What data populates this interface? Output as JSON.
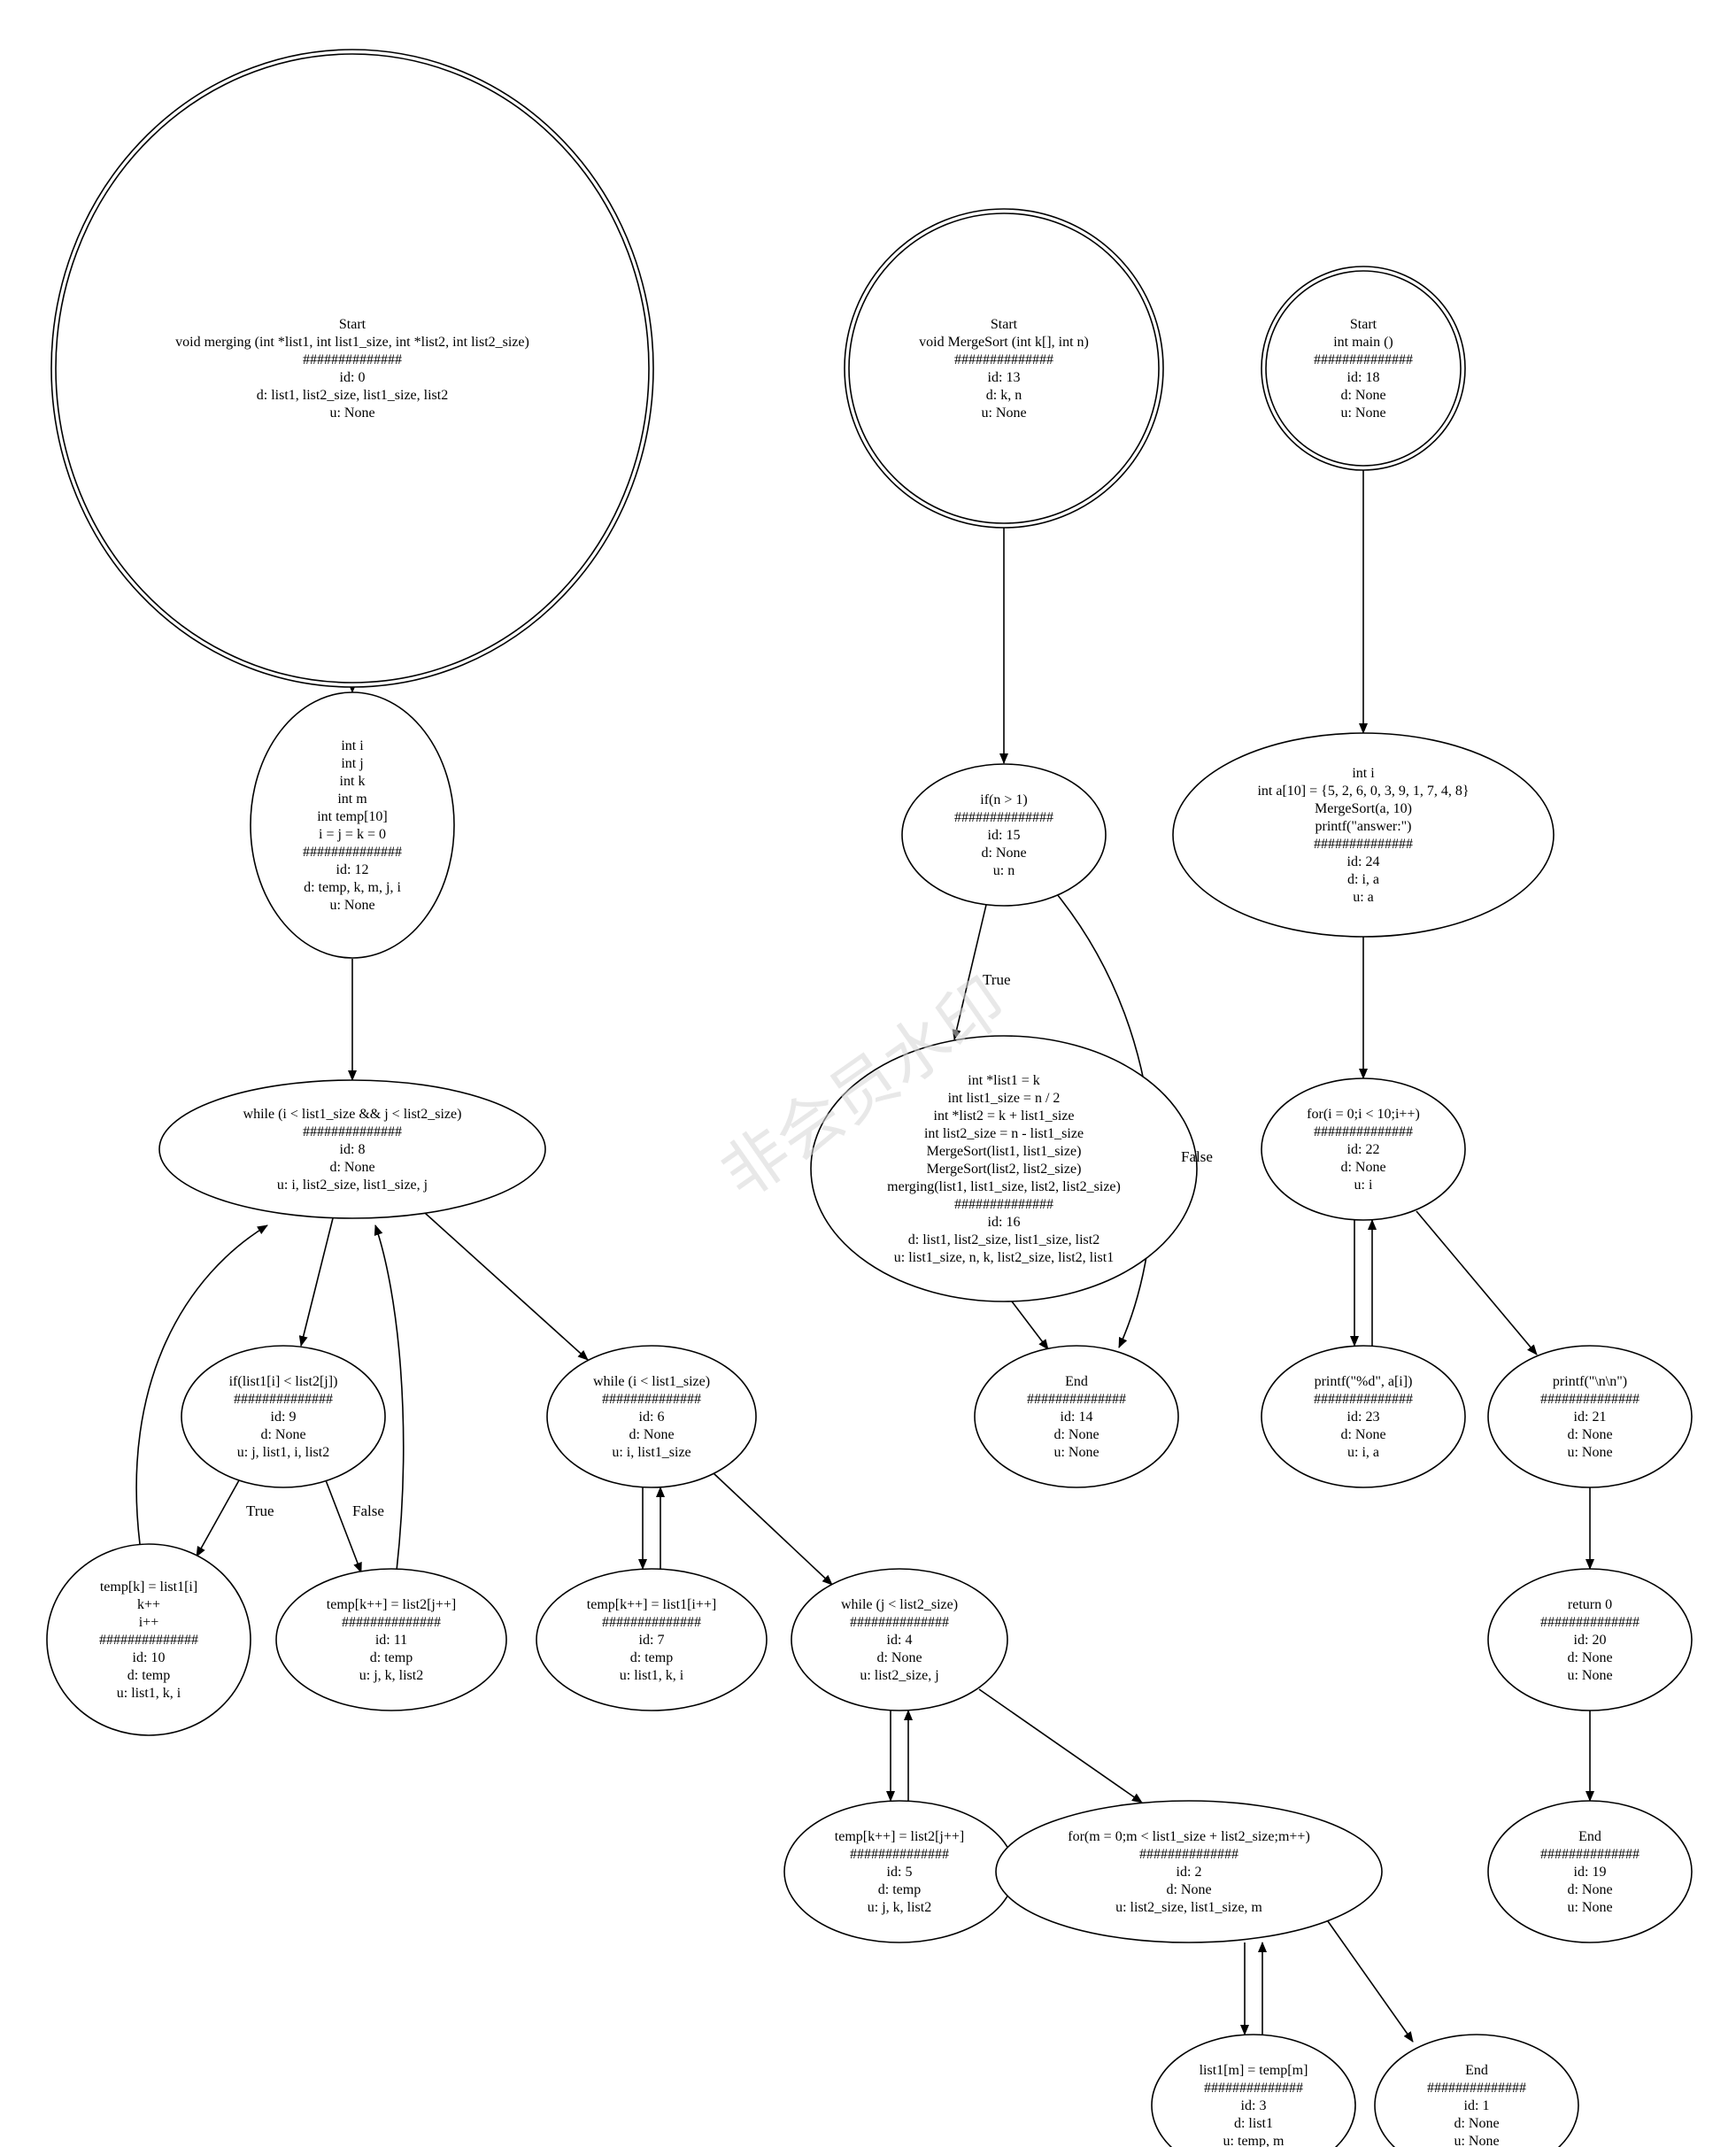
{
  "diagram": {
    "type": "control-flow-graph",
    "watermark": "非会员水印",
    "colors": {
      "stroke": "#000000",
      "background": "#ffffff",
      "watermark": "#d6d6d6"
    },
    "nodes": [
      {
        "id": "n0",
        "shape": "doublecircle",
        "lines": [
          "Start",
          "void merging (int *list1, int list1_size, int *list2, int list2_size)",
          "##############",
          "id: 0",
          "d: list1, list2_size, list1_size, list2",
          "u: None"
        ]
      },
      {
        "id": "n12",
        "shape": "ellipse",
        "lines": [
          "int i",
          "int j",
          "int k",
          "int m",
          "int temp[10]",
          "i = j = k = 0",
          "##############",
          "id: 12",
          "d: temp, k, m, j, i",
          "u: None"
        ]
      },
      {
        "id": "n8",
        "shape": "ellipse",
        "lines": [
          "while (i < list1_size && j < list2_size)",
          "##############",
          "id: 8",
          "d: None",
          "u: i, list2_size, list1_size, j"
        ]
      },
      {
        "id": "n9",
        "shape": "ellipse",
        "lines": [
          "if(list1[i] < list2[j])",
          "##############",
          "id: 9",
          "d: None",
          "u: j, list1, i, list2"
        ]
      },
      {
        "id": "n10",
        "shape": "ellipse",
        "lines": [
          "temp[k] = list1[i]",
          "k++",
          "i++",
          "##############",
          "id: 10",
          "d: temp",
          "u: list1, k, i"
        ]
      },
      {
        "id": "n11",
        "shape": "ellipse",
        "lines": [
          "temp[k++] = list2[j++]",
          "##############",
          "id: 11",
          "d: temp",
          "u: j, k, list2"
        ]
      },
      {
        "id": "n6",
        "shape": "ellipse",
        "lines": [
          "while (i < list1_size)",
          "##############",
          "id: 6",
          "d: None",
          "u: i, list1_size"
        ]
      },
      {
        "id": "n7",
        "shape": "ellipse",
        "lines": [
          "temp[k++] = list1[i++]",
          "##############",
          "id: 7",
          "d: temp",
          "u: list1, k, i"
        ]
      },
      {
        "id": "n4",
        "shape": "ellipse",
        "lines": [
          "while (j < list2_size)",
          "##############",
          "id: 4",
          "d: None",
          "u: list2_size, j"
        ]
      },
      {
        "id": "n5",
        "shape": "ellipse",
        "lines": [
          "temp[k++] = list2[j++]",
          "##############",
          "id: 5",
          "d: temp",
          "u: j, k, list2"
        ]
      },
      {
        "id": "n2",
        "shape": "ellipse",
        "lines": [
          "for(m = 0;m < list1_size + list2_size;m++)",
          "##############",
          "id: 2",
          "d: None",
          "u: list2_size, list1_size, m"
        ]
      },
      {
        "id": "n3",
        "shape": "ellipse",
        "lines": [
          "list1[m] = temp[m]",
          "##############",
          "id: 3",
          "d: list1",
          "u: temp, m"
        ]
      },
      {
        "id": "n1",
        "shape": "ellipse",
        "lines": [
          "End",
          "##############",
          "id: 1",
          "d: None",
          "u: None"
        ]
      },
      {
        "id": "n13",
        "shape": "doublecircle",
        "lines": [
          "Start",
          "void MergeSort (int k[], int n)",
          "##############",
          "id: 13",
          "d: k, n",
          "u: None"
        ]
      },
      {
        "id": "n15",
        "shape": "ellipse",
        "lines": [
          "if(n > 1)",
          "##############",
          "id: 15",
          "d: None",
          "u: n"
        ]
      },
      {
        "id": "n16",
        "shape": "ellipse",
        "lines": [
          "int *list1 = k",
          "int list1_size = n / 2",
          "int *list2 = k + list1_size",
          "int list2_size = n - list1_size",
          "MergeSort(list1, list1_size)",
          "MergeSort(list2, list2_size)",
          "merging(list1, list1_size, list2, list2_size)",
          "##############",
          "id: 16",
          "d: list1, list2_size, list1_size, list2",
          "u: list1_size, n, k, list2_size, list2, list1"
        ]
      },
      {
        "id": "n14",
        "shape": "ellipse",
        "lines": [
          "End",
          "##############",
          "id: 14",
          "d: None",
          "u: None"
        ]
      },
      {
        "id": "n18",
        "shape": "doublecircle",
        "lines": [
          "Start",
          "int main ()",
          "##############",
          "id: 18",
          "d: None",
          "u: None"
        ]
      },
      {
        "id": "n24",
        "shape": "ellipse",
        "lines": [
          "int i",
          "int a[10] = {5, 2, 6, 0, 3, 9, 1, 7, 4, 8}",
          "MergeSort(a, 10)",
          "printf(\"answer:\")",
          "##############",
          "id: 24",
          "d: i, a",
          "u: a"
        ]
      },
      {
        "id": "n22",
        "shape": "ellipse",
        "lines": [
          "for(i = 0;i < 10;i++)",
          "##############",
          "id: 22",
          "d: None",
          "u: i"
        ]
      },
      {
        "id": "n23",
        "shape": "ellipse",
        "lines": [
          "printf(\"%d\", a[i])",
          "##############",
          "id: 23",
          "d: None",
          "u: i, a"
        ]
      },
      {
        "id": "n21",
        "shape": "ellipse",
        "lines": [
          "printf(\"\\n\\n\")",
          "##############",
          "id: 21",
          "d: None",
          "u: None"
        ]
      },
      {
        "id": "n20",
        "shape": "ellipse",
        "lines": [
          "return 0",
          "##############",
          "id: 20",
          "d: None",
          "u: None"
        ]
      },
      {
        "id": "n19",
        "shape": "ellipse",
        "lines": [
          "End",
          "##############",
          "id: 19",
          "d: None",
          "u: None"
        ]
      }
    ],
    "edges": [
      {
        "from": "n0",
        "to": "n12",
        "label": ""
      },
      {
        "from": "n12",
        "to": "n8",
        "label": ""
      },
      {
        "from": "n8",
        "to": "n9",
        "label": ""
      },
      {
        "from": "n8",
        "to": "n6",
        "label": ""
      },
      {
        "from": "n9",
        "to": "n10",
        "label": "True"
      },
      {
        "from": "n9",
        "to": "n11",
        "label": "False"
      },
      {
        "from": "n10",
        "to": "n8",
        "label": ""
      },
      {
        "from": "n11",
        "to": "n8",
        "label": ""
      },
      {
        "from": "n6",
        "to": "n7",
        "label": ""
      },
      {
        "from": "n7",
        "to": "n6",
        "label": ""
      },
      {
        "from": "n6",
        "to": "n4",
        "label": ""
      },
      {
        "from": "n4",
        "to": "n5",
        "label": ""
      },
      {
        "from": "n5",
        "to": "n4",
        "label": ""
      },
      {
        "from": "n4",
        "to": "n2",
        "label": ""
      },
      {
        "from": "n2",
        "to": "n3",
        "label": ""
      },
      {
        "from": "n3",
        "to": "n2",
        "label": ""
      },
      {
        "from": "n2",
        "to": "n1",
        "label": ""
      },
      {
        "from": "n13",
        "to": "n15",
        "label": ""
      },
      {
        "from": "n15",
        "to": "n16",
        "label": "True"
      },
      {
        "from": "n15",
        "to": "n14",
        "label": "False"
      },
      {
        "from": "n16",
        "to": "n14",
        "label": ""
      },
      {
        "from": "n18",
        "to": "n24",
        "label": ""
      },
      {
        "from": "n24",
        "to": "n22",
        "label": ""
      },
      {
        "from": "n22",
        "to": "n23",
        "label": ""
      },
      {
        "from": "n23",
        "to": "n22",
        "label": ""
      },
      {
        "from": "n22",
        "to": "n21",
        "label": ""
      },
      {
        "from": "n21",
        "to": "n20",
        "label": ""
      },
      {
        "from": "n20",
        "to": "n19",
        "label": ""
      }
    ]
  }
}
